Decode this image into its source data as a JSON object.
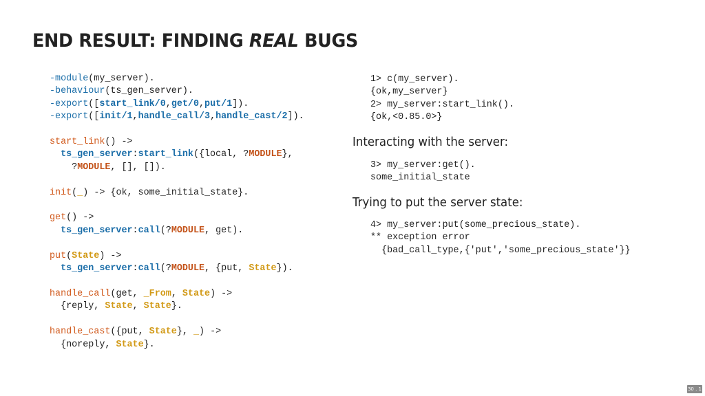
{
  "slide": {
    "title_part1": "END RESULT: FINDING ",
    "title_em": "REAL",
    "title_part2": " BUGS",
    "heading_interacting": "Interacting with the server:",
    "heading_trying": "Trying to put the server state:",
    "page_number": "30 . 1"
  },
  "code": {
    "s_module": "-module",
    "s_module_rest": "(my_server).",
    "s_behaviour": "-behaviour",
    "s_behaviour_rest": "(ts_gen_server).",
    "s_export": "-export",
    "s_lbrack": "([",
    "s_start_link_1": "start_link/0",
    "s_comma": ",",
    "s_get_0": "get/0",
    "s_put_1": "put/1",
    "s_close_export": "]).",
    "s_init_1": "init/1",
    "s_handle_call_3": "handle_call/3",
    "s_handle_cast_2": "handle_cast/2",
    "s_start_link": "start_link",
    "s_paren_arrow": "() ->",
    "s_ts_gen_server": "ts_gen_server",
    "s_colon": ":",
    "s_start_link_call": "start_link",
    "s_local": "({local, ?",
    "s_module_macro": "MODULE",
    "s_close_brace_comma": "},",
    "s_q": "?",
    "s_empty_lists": ", [], []).",
    "s_init": "init",
    "s_lparen": "(",
    "s_underscore": "_",
    "s_init_rest": ") -> {ok, some_initial_state}.",
    "s_get": "get",
    "s_call": "call",
    "s_lparen_q": "(?",
    "s_get_rest": ", get).",
    "s_put": "put",
    "s_state": "State",
    "s_rparen_arrow": ") ->",
    "s_put_mid": ", {put, ",
    "s_close_put": "}).",
    "s_handle_call": "handle_call",
    "s_hc_get": "(get, ",
    "s_from": "_From",
    "s_comma_sp": ", ",
    "s_reply": "{reply, ",
    "s_close_reply": "}.",
    "s_handle_cast": "handle_cast",
    "s_hcast_open": "({put, ",
    "s_hcast_mid": "}, ",
    "s_noreply": "{noreply, "
  },
  "shell": {
    "line1": "1> c(my_server).",
    "line2": "{ok,my_server}",
    "line3": "2> my_server:start_link().",
    "line4": "{ok,<0.85.0>}",
    "line5": "3> my_server:get().",
    "line6": "some_initial_state",
    "line7": "4> my_server:put(some_precious_state).",
    "line8": "** exception error",
    "line9": "  {bad_call_type,{'put','some_precious_state'}}"
  }
}
